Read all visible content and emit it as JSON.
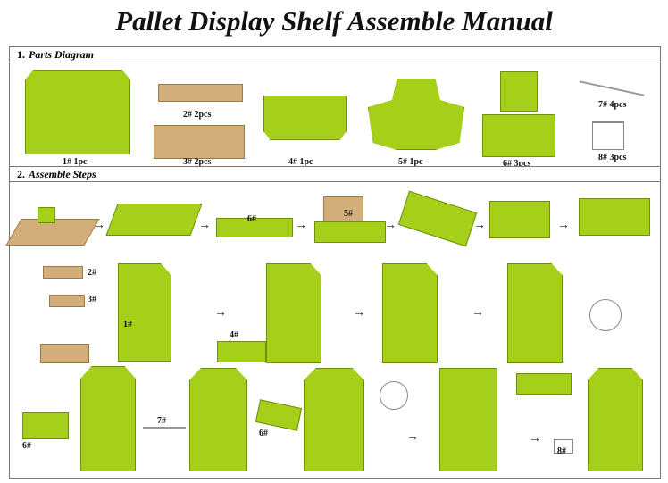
{
  "title": "Pallet Display Shelf Assemble Manual",
  "sections": [
    {
      "number": "1.",
      "label": "Parts Diagram"
    },
    {
      "number": "2.",
      "label": "Assemble Steps"
    }
  ],
  "parts": [
    {
      "label": "1# 1pc"
    },
    {
      "label": "2# 2pcs"
    },
    {
      "label": "3# 2pcs"
    },
    {
      "label": "4# 1pc"
    },
    {
      "label": "5# 1pc"
    },
    {
      "label": "6# 3pcs"
    },
    {
      "label": "7# 4pcs"
    },
    {
      "label": "8# 3pcs"
    }
  ],
  "steps": {
    "row1": [
      "6#",
      "5#"
    ],
    "row2": [
      "2#",
      "3#",
      "1#",
      "4#"
    ],
    "row3": [
      "6#",
      "7#",
      "6#",
      "8#"
    ]
  },
  "colors": {
    "board_green": "#a6cf1a",
    "cardboard": "#d2ae7a"
  }
}
